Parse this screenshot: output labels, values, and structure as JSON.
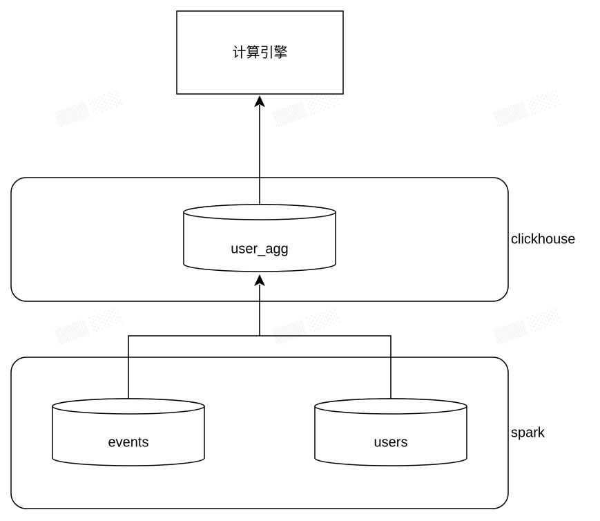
{
  "diagram": {
    "engine": {
      "label": "计算引擎"
    },
    "clickhouse": {
      "label": "clickhouse",
      "table": "user_agg"
    },
    "spark": {
      "label": "spark",
      "tables": [
        "events",
        "users"
      ]
    }
  }
}
